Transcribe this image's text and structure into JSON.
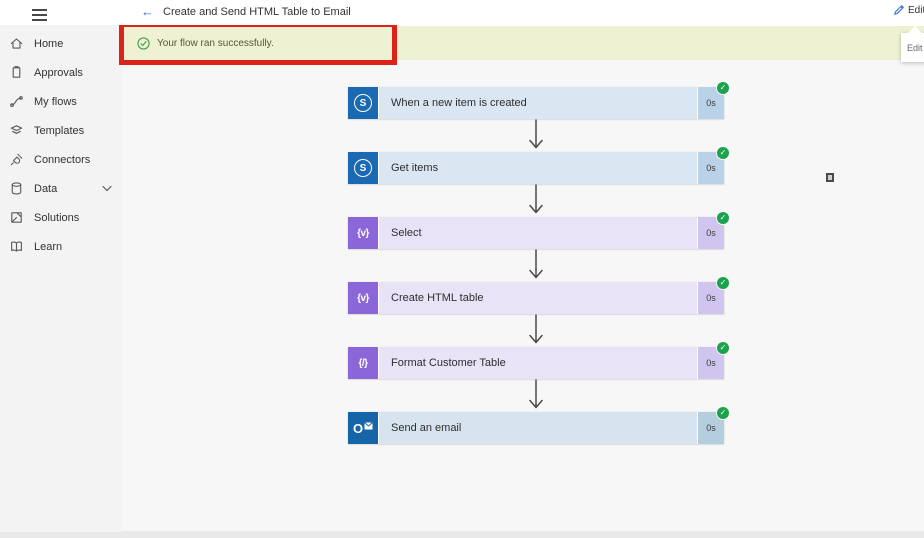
{
  "header": {
    "title": "Create and Send HTML Table to Email",
    "back_arrow": "←",
    "edit_button": "Edit",
    "edit_tooltip": "Edit"
  },
  "banner": {
    "message": "Your flow ran successfully."
  },
  "sidebar": {
    "items": [
      {
        "label": "Home",
        "icon": "home-icon"
      },
      {
        "label": "Approvals",
        "icon": "approvals-icon"
      },
      {
        "label": "My flows",
        "icon": "my-flows-icon"
      },
      {
        "label": "Templates",
        "icon": "templates-icon"
      },
      {
        "label": "Connectors",
        "icon": "connectors-icon"
      },
      {
        "label": "Data",
        "icon": "data-icon",
        "has_chevron": true
      },
      {
        "label": "Solutions",
        "icon": "solutions-icon"
      },
      {
        "label": "Learn",
        "icon": "learn-icon"
      }
    ]
  },
  "flow": {
    "status_check_glyph": "✓",
    "steps": [
      {
        "label": "When a new item is created",
        "duration": "0s",
        "connector": "SharePoint",
        "icon_glyph": "S",
        "status": "succeeded"
      },
      {
        "label": "Get items",
        "duration": "0s",
        "connector": "SharePoint",
        "icon_glyph": "S",
        "status": "succeeded"
      },
      {
        "label": "Select",
        "duration": "0s",
        "connector": "Data Operations",
        "icon_glyph": "{v}",
        "status": "succeeded"
      },
      {
        "label": "Create HTML table",
        "duration": "0s",
        "connector": "Data Operations",
        "icon_glyph": "{v}",
        "status": "succeeded"
      },
      {
        "label": "Format Customer Table",
        "duration": "0s",
        "connector": "Data Operations",
        "icon_glyph": "{/}",
        "status": "succeeded"
      },
      {
        "label": "Send an email",
        "duration": "0s",
        "connector": "Outlook",
        "icon_glyph": "O",
        "status": "succeeded"
      }
    ]
  },
  "colors": {
    "banner_bg": "#eef2d2",
    "annotation_red": "#dc231a",
    "sharepoint_icon": "#1b69b3",
    "sharepoint_body": "#dae7f3",
    "sharepoint_duration": "#b9d2e7",
    "data_op_icon": "#8a66d9",
    "data_op_body": "#e8e3f7",
    "data_op_duration": "#d0c5ef",
    "outlook_icon": "#1565a8",
    "success_green": "#1ca24c",
    "accent_blue": "#2f6fd0",
    "sidebar_bg": "#f3f3f3",
    "canvas_bg": "#f7f7f7"
  }
}
